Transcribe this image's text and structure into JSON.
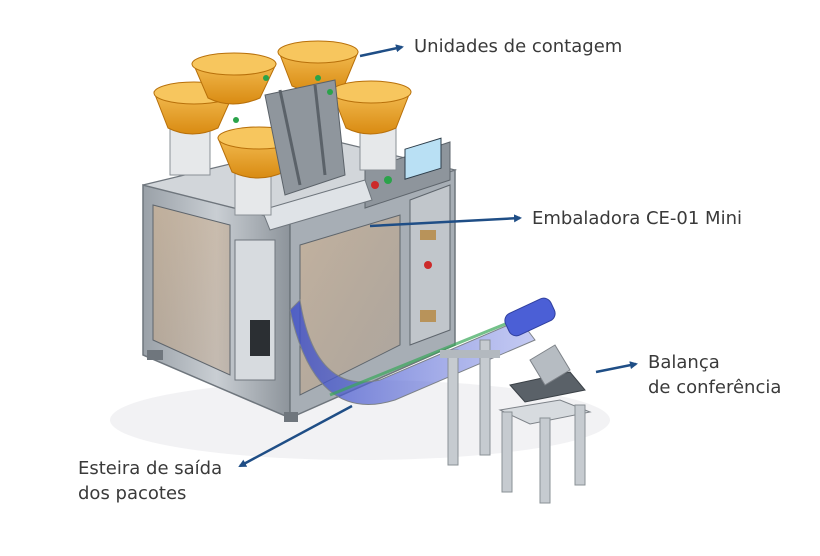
{
  "labels": {
    "counting_units": "Unidades de contagem",
    "packer": "Embaladora CE-01 Mini",
    "scale_line1": "Balança",
    "scale_line2": "de conferência",
    "conveyor_line1": "Esteira de saída",
    "conveyor_line2": "dos pacotes"
  },
  "colors": {
    "bowl": "#f0a628",
    "frame": "#7d8288",
    "body": "#b8bec4",
    "arrow": "#1f4e86",
    "label_text": "#3a3a3a",
    "conveyor_belt": "#4b5fd6"
  },
  "icons": [
    "arrow-icon"
  ]
}
